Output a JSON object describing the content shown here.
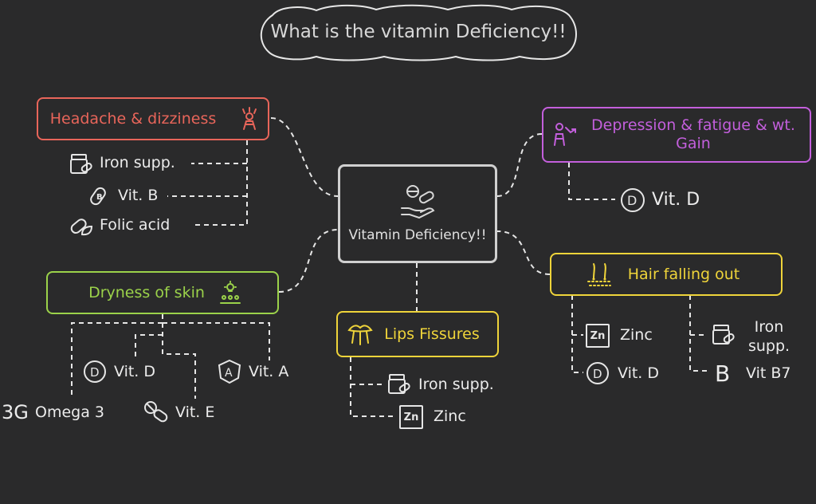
{
  "title": "What is the vitamin Deficiency!!",
  "center": {
    "label": "Vitamin Deficiency!!",
    "icon": "hand-pills-icon"
  },
  "colors": {
    "headache": "#e8655a",
    "depression": "#c35fdc",
    "skin": "#9bd24a",
    "hair": "#efd43a",
    "lips": "#efd43a",
    "center": "#d0d0d0"
  },
  "nodes": {
    "headache": {
      "label": "Headache & dizziness",
      "icon": "dizzy-person-icon",
      "items": [
        {
          "label": "Iron supp.",
          "icon": "pill-bottle-icon"
        },
        {
          "label": "Vit. B",
          "icon": "vitamin-b-pill-icon"
        },
        {
          "label": "Folic acid",
          "icon": "pill-leaf-icon"
        }
      ]
    },
    "depression": {
      "label": "Depression & fatigue & wt. Gain",
      "icon": "sad-person-icon",
      "items": [
        {
          "label": "Vit. D",
          "icon": "vitamin-d-circle-icon"
        }
      ]
    },
    "skin": {
      "label": "Dryness of skin",
      "icon": "skin-layers-icon",
      "items": [
        {
          "label": "Vit. D",
          "icon": "vitamin-d-circle-icon"
        },
        {
          "label": "Vit. A",
          "icon": "vitamin-a-shield-icon"
        },
        {
          "label": "Omega 3",
          "icon": "omega3-glyph-icon",
          "glyph": "3G"
        },
        {
          "label": "Vit. E",
          "icon": "pills-icon"
        }
      ]
    },
    "hair": {
      "label": "Hair falling out",
      "icon": "hair-follicle-icon",
      "items": [
        {
          "label": "Zinc",
          "icon": "zinc-symbol-icon",
          "glyph": "Zn"
        },
        {
          "label": "Vit. D",
          "icon": "vitamin-d-circle-icon"
        },
        {
          "label": "Iron supp.",
          "icon": "pill-bottle-icon"
        },
        {
          "label": "Vit B7",
          "icon": "vitamin-b-glyph-icon",
          "glyph": "B"
        }
      ]
    },
    "lips": {
      "label": "Lips Fissures",
      "icon": "lips-icon",
      "items": [
        {
          "label": "Iron supp.",
          "icon": "pill-bottle-icon"
        },
        {
          "label": "Zinc",
          "icon": "zinc-symbol-icon",
          "glyph": "Zn"
        }
      ]
    }
  }
}
